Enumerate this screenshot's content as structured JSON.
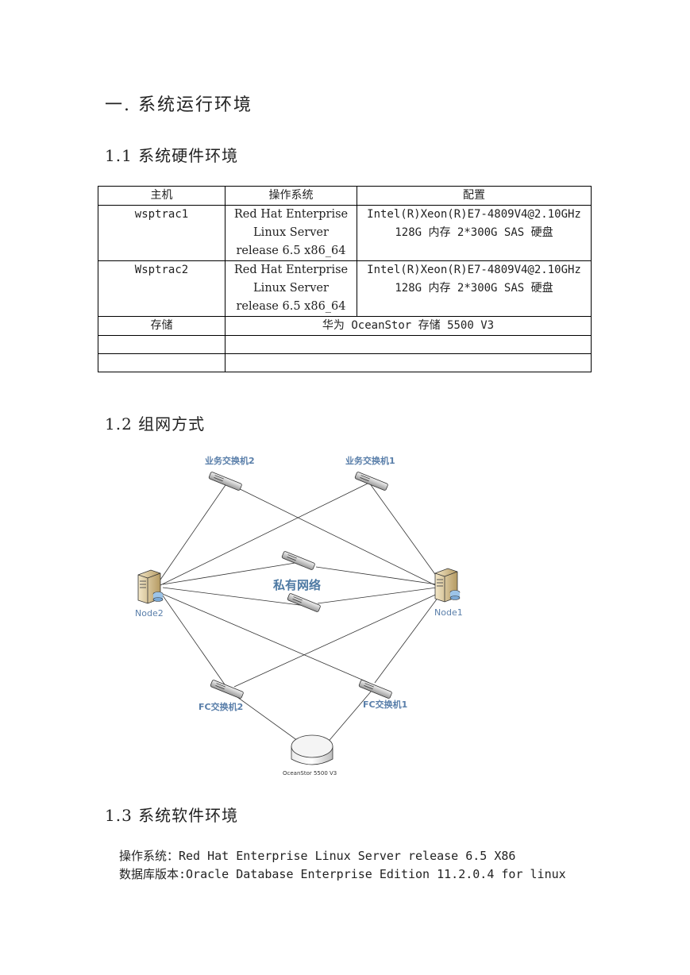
{
  "heading1": "一. 系统运行环境",
  "section_hw": "1.1 系统硬件环境",
  "hw_table": {
    "headers": [
      "主机",
      "操作系统",
      "配置"
    ],
    "rows": [
      {
        "host": "wsptrac1",
        "os": [
          "Red Hat Enterprise",
          "Linux Server",
          "release 6.5 x86_64"
        ],
        "config": [
          "Intel(R)Xeon(R)E7-4809V4@2.10GHz",
          "128G 内存 2*300G SAS 硬盘"
        ]
      },
      {
        "host": "Wsptrac2",
        "os": [
          "Red Hat Enterprise",
          "Linux Server",
          "release 6.5 x86_64"
        ],
        "config": [
          "Intel(R)Xeon(R)E7-4809V4@2.10GHz",
          "128G 内存 2*300G SAS 硬盘"
        ]
      }
    ],
    "storage_label": "存储",
    "storage_value": "华为 OceanStor 存储 5500 V3"
  },
  "section_net": "1.2 组网方式",
  "diagram": {
    "switch_biz2": "业务交换机2",
    "switch_biz1": "业务交换机1",
    "private_net": "私有网络",
    "node2": "Node2",
    "node1": "Node1",
    "fc_switch2": "FC交换机2",
    "fc_switch1": "FC交换机1",
    "storage": "OceanStor 5500 V3"
  },
  "section_sw": "1.3 系统软件环境",
  "software": {
    "os_line": "操作系统：Red Hat Enterprise Linux Server release 6.5 X86",
    "db_line": "数据库版本:Oracle Database Enterprise Edition 11.2.0.4 for linux"
  }
}
